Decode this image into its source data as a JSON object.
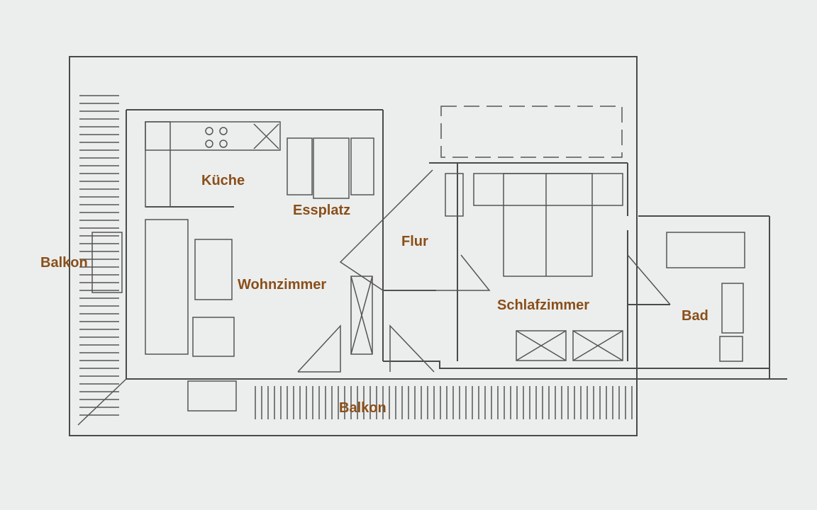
{
  "colors": {
    "label": "#8a4f1a",
    "line": "#4a4a4a",
    "background": "#eceeed"
  },
  "rooms": {
    "kueche": "Küche",
    "essplatz": "Essplatz",
    "flur": "Flur",
    "balkon_left": "Balkon",
    "wohnzimmer": "Wohnzimmer",
    "schlafzimmer": "Schlafzimmer",
    "bad": "Bad",
    "balkon_bottom": "Balkon"
  }
}
